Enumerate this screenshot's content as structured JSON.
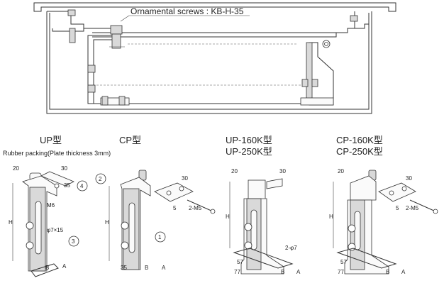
{
  "top_section": {
    "callout": "Ornamental screws : KB-H-35"
  },
  "models": [
    {
      "title": "UP型"
    },
    {
      "title": "CP型"
    },
    {
      "title": "UP-160K型",
      "title2": "UP-250K型"
    },
    {
      "title": "CP-160K型",
      "title2": "CP-250K型"
    }
  ],
  "labels": {
    "rubber_packing": "Rubber packing(Plate thickness 3mm)",
    "m6": "M6",
    "hole_spec": "φ7×15",
    "two_m5": "2-M5",
    "two_phi7": "2-φ7",
    "dim_h": "H",
    "dim_a": "A",
    "dim_b": "B",
    "dim_20": "20",
    "dim_30": "30",
    "dim_35": "35",
    "dim_57": "57",
    "dim_77": "77",
    "dim_5": "5",
    "callout_1": "1",
    "callout_2": "2",
    "callout_3": "3",
    "callout_4": "4"
  }
}
